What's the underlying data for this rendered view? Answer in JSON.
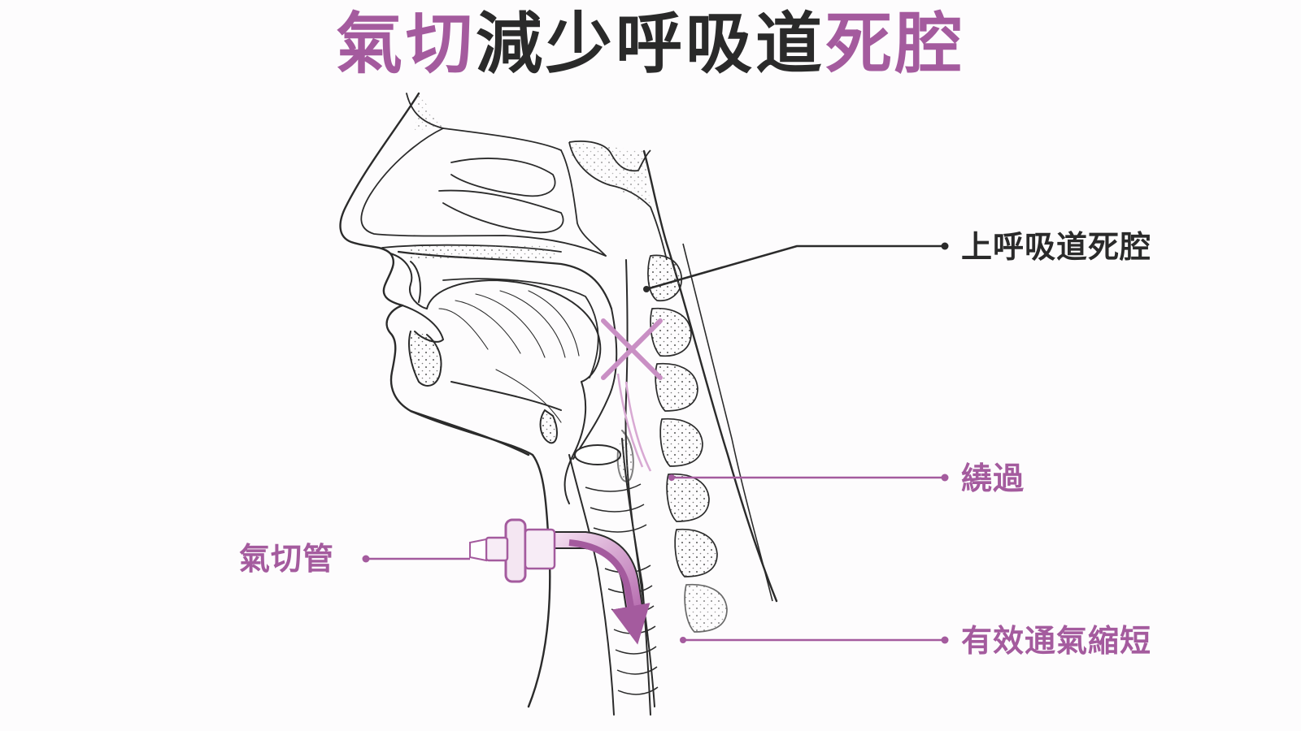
{
  "colors": {
    "accent": "#a45b9e",
    "dark": "#2a2a2a",
    "line": "#2b2b2b",
    "soft_accent": "#d8a9d3"
  },
  "title": {
    "part1": "氣切",
    "part2": "減少呼吸道",
    "part3": "死腔"
  },
  "labels": {
    "upper_dead_space": "上呼吸道死腔",
    "bypass": "繞過",
    "trach_tube": "氣切管",
    "shortened": "有效通氣縮短"
  }
}
